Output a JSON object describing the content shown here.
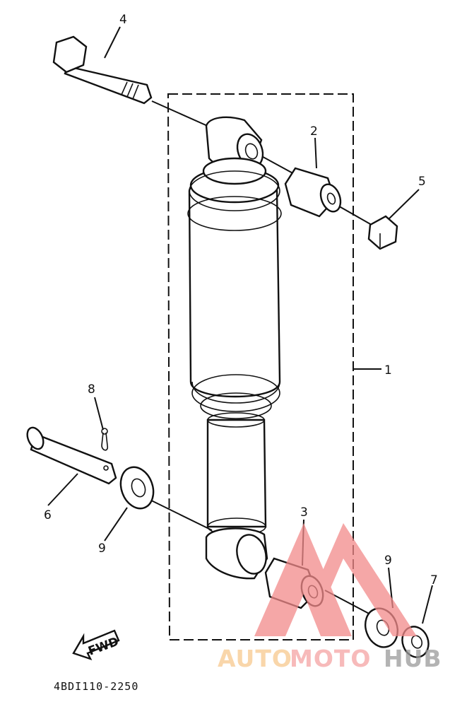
{
  "callouts": {
    "c1": "1",
    "c2": "2",
    "c3": "3",
    "c4": "4",
    "c5": "5",
    "c6": "6",
    "c7": "7",
    "c8": "8",
    "c9a": "9",
    "c9b": "9"
  },
  "fwd_label": "FWD",
  "part_code": "4BDI110-2250",
  "watermark": {
    "auto": "AUTO",
    "moto": "MOTO",
    "hub": "HUB",
    "colors": {
      "auto": "#f7c98e",
      "moto": "#f5a3a3",
      "hub": "#9a9a9a",
      "logo": "#f28a8a"
    }
  }
}
